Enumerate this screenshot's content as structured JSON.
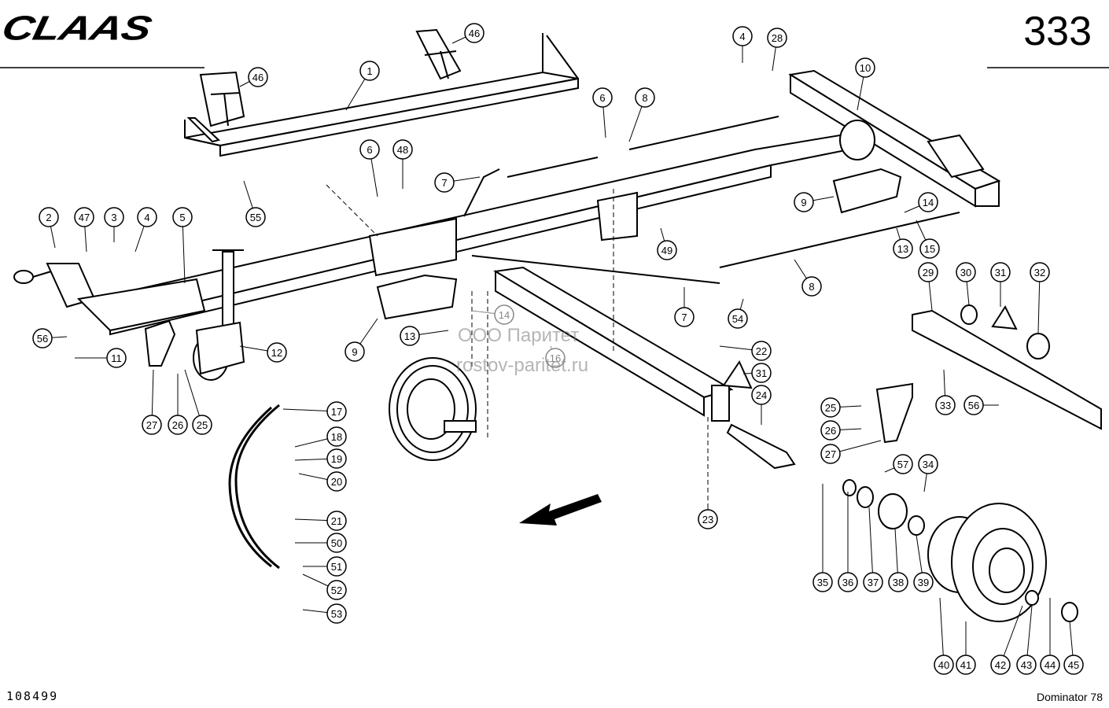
{
  "header": {
    "brand": "CLAAS",
    "page_number": "333"
  },
  "footer": {
    "doc_number": "108499",
    "model": "Dominator 78"
  },
  "watermark": {
    "line1": "ООО Паритет",
    "line2": "rostov-paritet.ru"
  },
  "callouts": [
    "46",
    "46",
    "1",
    "4",
    "28",
    "10",
    "6",
    "8",
    "6",
    "48",
    "7",
    "55",
    "9",
    "14",
    "2",
    "47",
    "3",
    "4",
    "5",
    "13",
    "15",
    "49",
    "8",
    "29",
    "30",
    "31",
    "32",
    "56",
    "11",
    "12",
    "14",
    "13",
    "9",
    "7",
    "54",
    "22",
    "16",
    "31",
    "24",
    "27",
    "26",
    "25",
    "33",
    "56",
    "25",
    "26",
    "27",
    "17",
    "18",
    "19",
    "20",
    "57",
    "34",
    "23",
    "21",
    "50",
    "51",
    "52",
    "53",
    "35",
    "36",
    "37",
    "38",
    "39",
    "40",
    "41",
    "42",
    "43",
    "44",
    "45"
  ]
}
